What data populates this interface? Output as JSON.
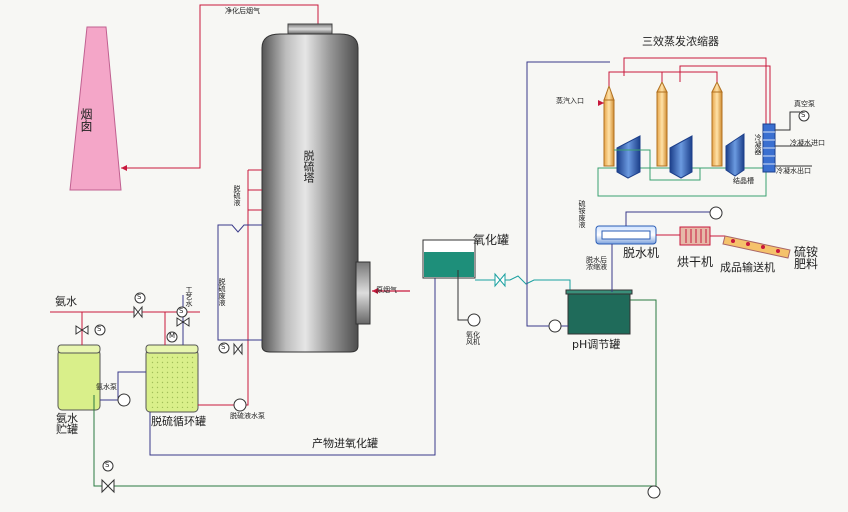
{
  "labels": {
    "chimney": "烟囱",
    "purified_flue_gas": "净化后烟气",
    "desulfurization_tower": "脱硫塔",
    "flue_gas": "原烟气",
    "oxidation_tank": "氧化罐",
    "oxidation_fan": "氧化风机",
    "triple_effect_evaporator": "三效蒸发浓缩器",
    "steam_inlet": "蒸汽入口",
    "vacuum_pump": "真空泵",
    "condenser": "冷凝器",
    "cooling_water_in": "冷凝水进口",
    "cooling_water_out": "冷凝水出口",
    "magma_tank": "结晶槽",
    "ammonium_sulfate_waste": "硫铵废液",
    "dewatering_machine": "脱水机",
    "after_dewatering": "脱水后浓缩液",
    "dryer": "烘干机",
    "conveyor": "成品输送机",
    "fertilizer": "硫铵肥料",
    "ph_tank": "pH调节罐",
    "ammonia_water": "氨水",
    "ammonia_pump": "氨水泵",
    "ammonia_storage": "氨水贮罐",
    "process_water": "工艺水",
    "circulation_tank": "脱硫循环罐",
    "waste_pump": "脱硫液水泵",
    "waste_liquid": "脱硫废液",
    "desulf_liquid": "脱硫液",
    "product_to_oxidation": "产物进氧化罐",
    "s_symbol": "S",
    "m_symbol": "M"
  },
  "colors": {
    "line_main": "#3a3a8a",
    "line_red": "#c8183c",
    "line_green": "#3aa070",
    "line_teal": "#1aa0a0",
    "chimney_fill": "#f4a6c8",
    "tank_fill": "#d9ef8a",
    "ph_fill": "#1f6b5a",
    "oxid_water": "#1e8f7a",
    "tower_dark": "#4a4a4a",
    "tower_light": "#cfcfcf",
    "column_fill": "#f5c26b",
    "evap_blue": "#2b5db5"
  }
}
